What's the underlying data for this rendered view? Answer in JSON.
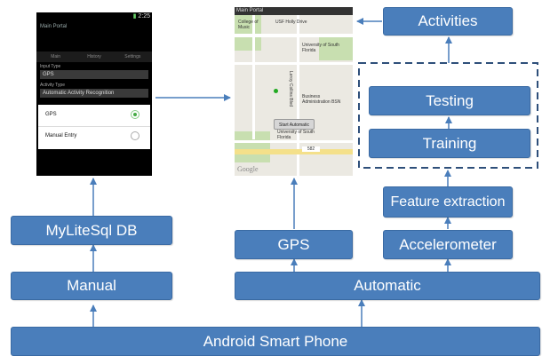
{
  "nodes": {
    "android": "Android Smart Phone",
    "manual": "Manual",
    "automatic": "Automatic",
    "db": "MyLiteSql DB",
    "gps": "GPS",
    "accelerometer": "Accelerometer",
    "feature_extraction": "Feature extraction",
    "training": "Training",
    "testing": "Testing",
    "activities": "Activities"
  },
  "phone_screen": {
    "status_time": "2:25",
    "app_title": "Main Portal",
    "tabs": [
      "Main",
      "History",
      "Settings"
    ],
    "input_type_label": "Input Type",
    "input_type_value": "GPS",
    "activity_type_label": "Activity Type",
    "activity_type_value": "Automatic Activity Recognition",
    "options": [
      "GPS",
      "Manual Entry"
    ]
  },
  "map_screen": {
    "title": "Main Portal",
    "labels": {
      "college_of_music": "College of Music",
      "usf_holly_drive": "USF Holly Drive",
      "university_south_florida_top": "University of South Florida",
      "business_admin": "Business Administration BSN",
      "leroy_collins": "Leroy Collins Blvd",
      "university_south_florida_bottom": "University of South Florida",
      "route": "582"
    },
    "start_button": "Start Automatic",
    "watermark": "Google"
  }
}
